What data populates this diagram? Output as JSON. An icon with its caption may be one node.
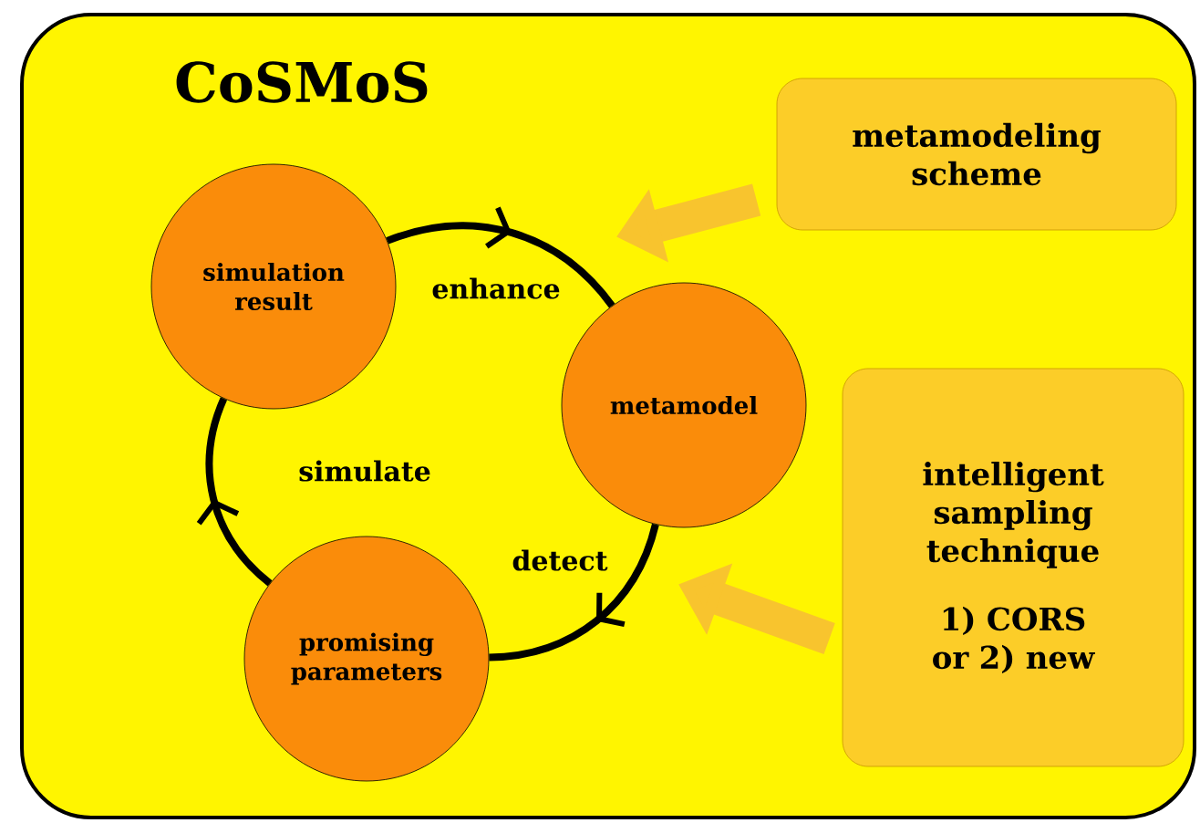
{
  "diagram": {
    "nodes": [
      {
        "text": [
          "CoSMoS"
        ]
      },
      {
        "text": [
          "simulation result"
        ],
        "in": 0
      },
      {
        "text": [
          "metamodel"
        ],
        "in": 0
      },
      {
        "text": [
          "promising parameters"
        ],
        "in": 0
      },
      {
        "text": [
          "metamodeling scheme"
        ],
        "in": 0
      },
      {
        "text": [
          "intelligent sampling technique",
          "1) CORS or 2) new"
        ],
        "in": 0
      }
    ],
    "edges": [
      {
        "from": 1,
        "to": 2,
        "arrow": "to",
        "label": "enhance"
      },
      {
        "from": 2,
        "to": 3,
        "arrow": "to",
        "label": "detect"
      },
      {
        "from": 3,
        "to": 1,
        "arrow": "to",
        "label": "simulate"
      },
      {
        "from": 4,
        "to": 2,
        "arrow": "to",
        "style": "thick",
        "color": "#f8c42e"
      },
      {
        "from": 5,
        "to": 2,
        "arrow": "to",
        "style": "thick",
        "color": "#f8c42e"
      }
    ]
  }
}
